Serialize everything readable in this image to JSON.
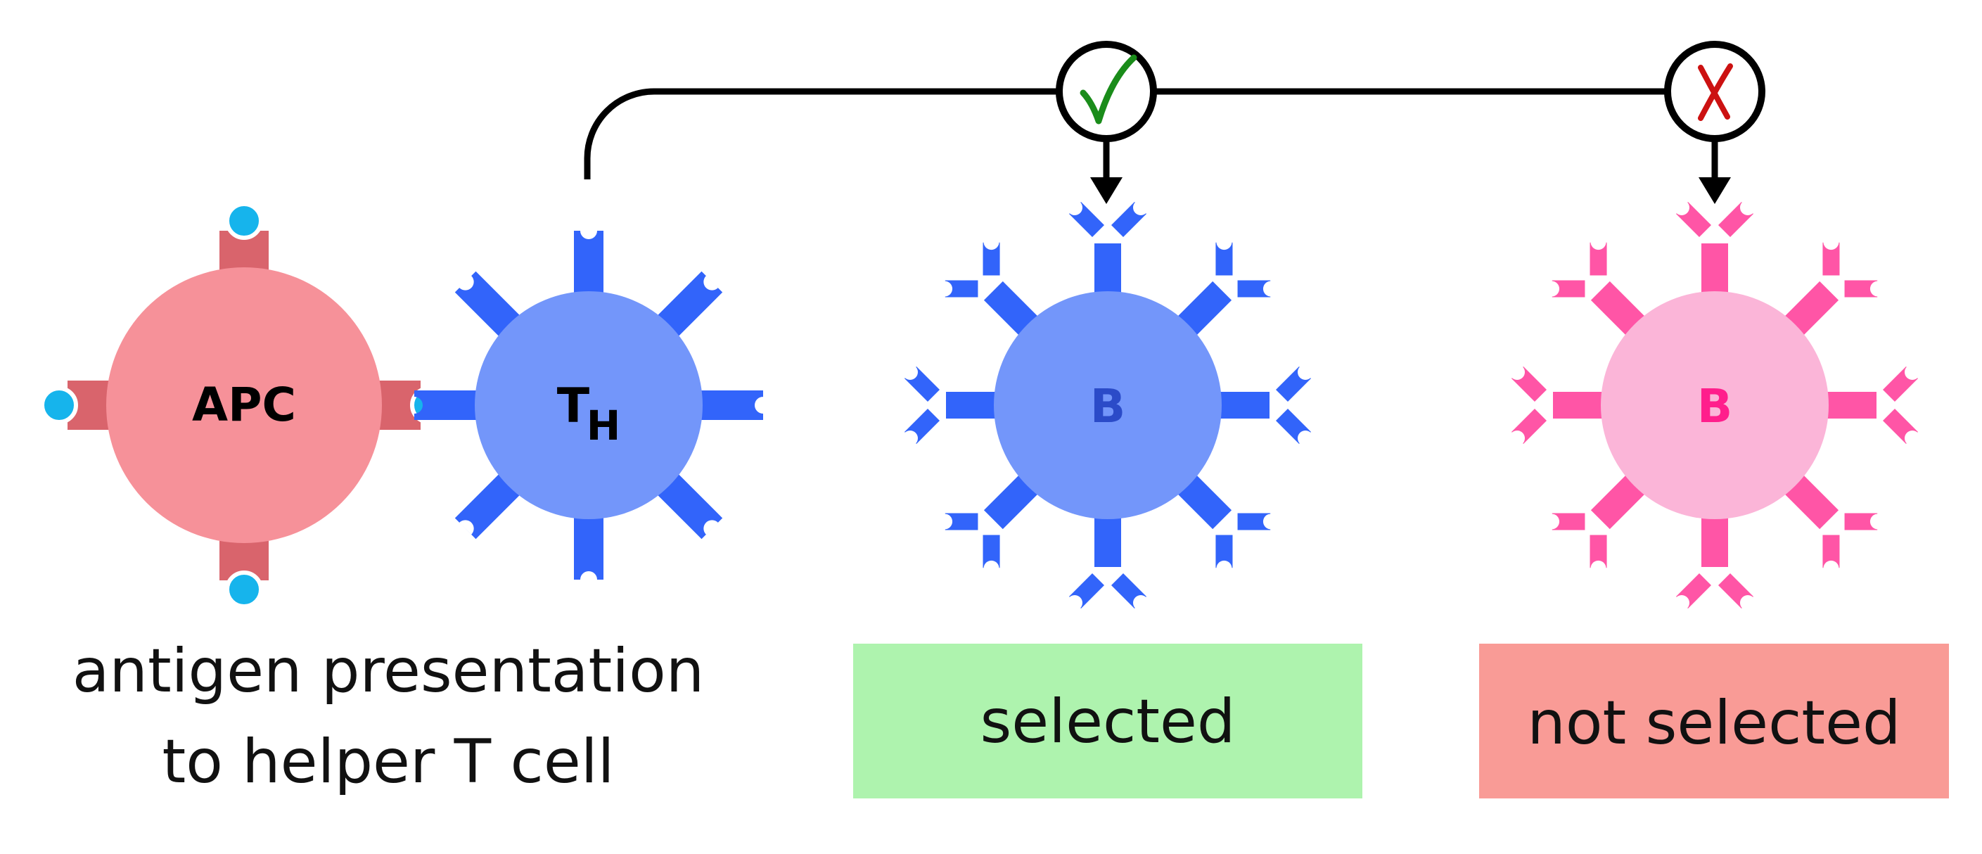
{
  "colors": {
    "apc_body": "#F69199",
    "apc_receptor": "#D9646C",
    "antigen": "#16B4EC",
    "th_body": "#7396FA",
    "b_blue_body": "#7396FA",
    "b_blue_receptor": "#3264FA",
    "b_blue_label": "#2B4BC8",
    "b_pink_body": "#FBB5D8",
    "b_pink_receptor": "#FF55A6",
    "b_pink_label": "#FF1E8C",
    "connector": "#000000",
    "check": "#1A8C1A",
    "cross": "#CC1111",
    "selected_bg": "#AEF3AE",
    "not_selected_bg": "#F99B96"
  },
  "cells": {
    "apc_label": "APC",
    "th_label_main": "T",
    "th_label_sub": "H",
    "b1_label": "B",
    "b2_label": "B"
  },
  "markers": {
    "check_symbol": "✓",
    "cross_symbol": "✗"
  },
  "captions": {
    "antigen_line1": "antigen presentation",
    "antigen_line2": "to helper T cell",
    "selected": "selected",
    "not_selected": "not selected"
  }
}
